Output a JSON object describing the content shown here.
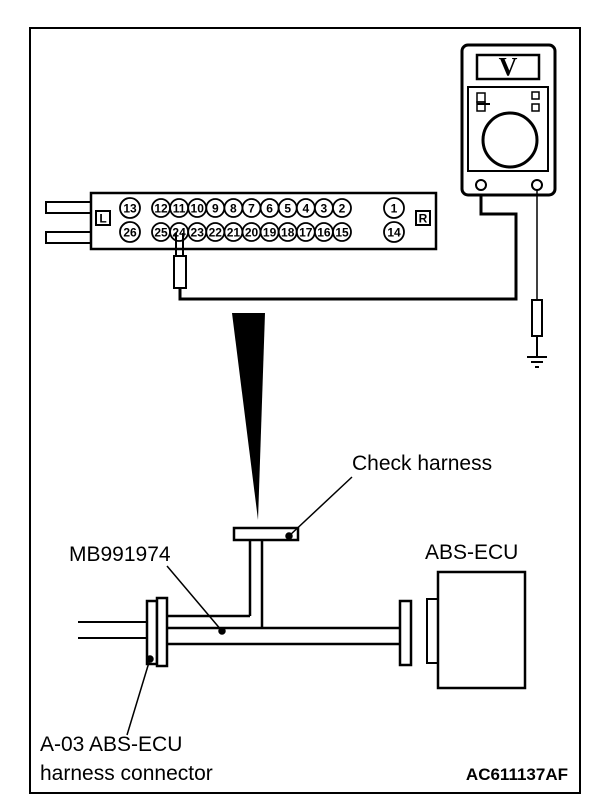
{
  "connector": {
    "top_pins": [
      "13",
      "12",
      "11",
      "10",
      "9",
      "8",
      "7",
      "6",
      "5",
      "4",
      "3",
      "2",
      "1"
    ],
    "bottom_pins": [
      "26",
      "25",
      "24",
      "23",
      "22",
      "21",
      "20",
      "19",
      "18",
      "17",
      "16",
      "15",
      "14"
    ],
    "left_label": "L",
    "right_label": "R"
  },
  "meter": {
    "symbol": "V"
  },
  "labels": {
    "check_harness": "Check harness",
    "tool": "MB991974",
    "ecu": "ABS-ECU",
    "connector_line1": "A-03 ABS-ECU",
    "connector_line2": "harness connector",
    "code": "AC611137AF"
  }
}
